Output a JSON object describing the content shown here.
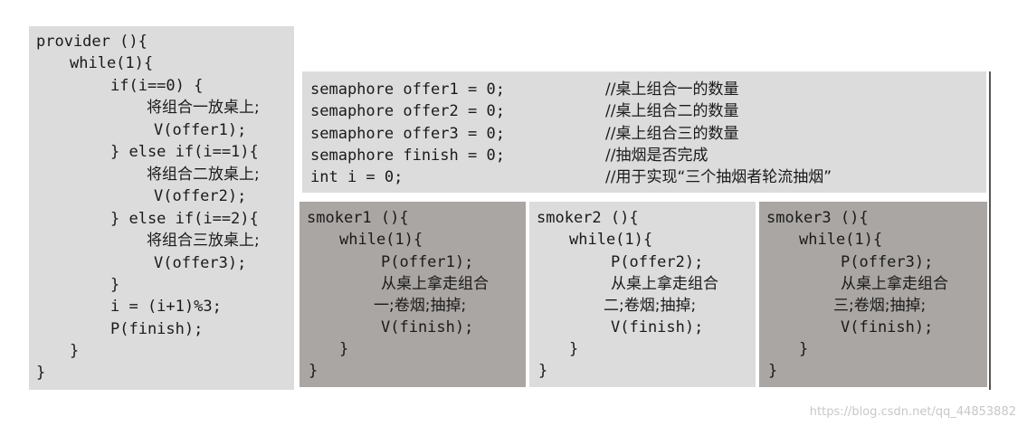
{
  "provider": {
    "lines": [
      "provider (){",
      "while(1){",
      "if(i==0) {",
      "将组合一放桌上;",
      "V(offer1);",
      "} else if(i==1){",
      "将组合二放桌上;",
      "V(offer2);",
      "} else if(i==2){",
      "将组合三放桌上;",
      "V(offer3);",
      "}",
      "i = (i+1)%3;",
      "P(finish);",
      "}",
      "}"
    ]
  },
  "semaphores": {
    "rows": [
      {
        "code": "semaphore offer1 = 0;",
        "comment": "//桌上组合一的数量"
      },
      {
        "code": "semaphore offer2 = 0;",
        "comment": "//桌上组合二的数量"
      },
      {
        "code": "semaphore offer3 = 0;",
        "comment": "//桌上组合三的数量"
      },
      {
        "code": "semaphore finish = 0;",
        "comment": "//抽烟是否完成"
      },
      {
        "code": "int i = 0;",
        "comment": "//用于实现“三个抽烟者轮流抽烟”"
      }
    ]
  },
  "smokers": [
    {
      "lines": [
        "smoker1 (){",
        "while(1){",
        "P(offer1);",
        "从桌上拿走组合",
        "一;卷烟;抽掉;",
        "V(finish);",
        "}",
        "}"
      ]
    },
    {
      "lines": [
        "smoker2 (){",
        "while(1){",
        "P(offer2);",
        "从桌上拿走组合",
        "二;卷烟;抽掉;",
        "V(finish);",
        "}",
        "}"
      ]
    },
    {
      "lines": [
        "smoker3 (){",
        "while(1){",
        "P(offer3);",
        "从桌上拿走组合",
        "三;卷烟;抽掉;",
        "V(finish);",
        "}",
        "}"
      ]
    }
  ],
  "watermark": "https://blog.csdn.net/qq_44853882"
}
